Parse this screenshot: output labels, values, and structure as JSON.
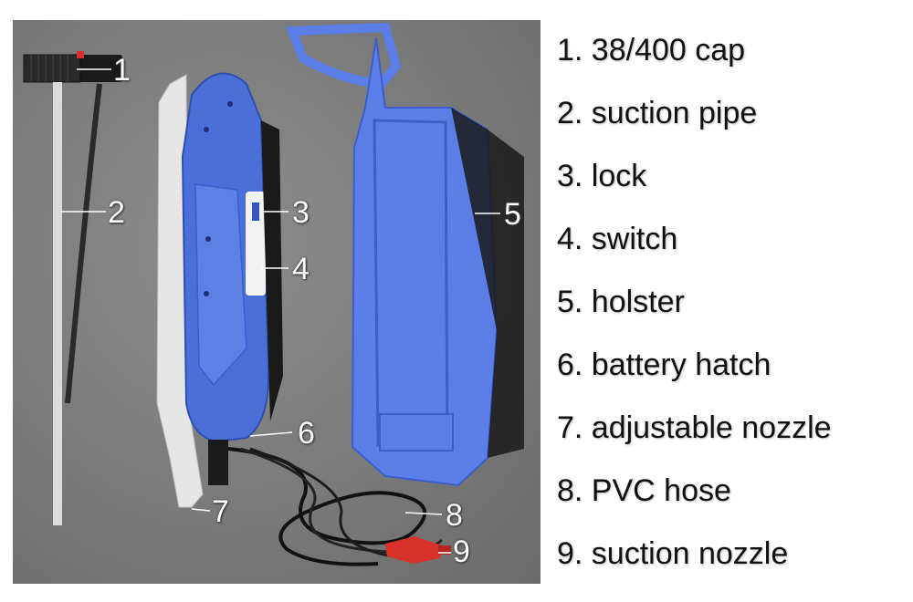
{
  "callouts": [
    "1",
    "2",
    "3",
    "4",
    "5",
    "6",
    "7",
    "8",
    "9"
  ],
  "legend": [
    {
      "label": "1. 38/400 cap"
    },
    {
      "label": "2. suction pipe"
    },
    {
      "label": "3. lock"
    },
    {
      "label": "4. switch"
    },
    {
      "label": "5. holster"
    },
    {
      "label": "6. battery hatch"
    },
    {
      "label": "7. adjustable nozzle"
    },
    {
      "label": "8. PVC hose"
    },
    {
      "label": "9. suction nozzle"
    }
  ],
  "colors": {
    "background": "#7a7a7a",
    "sprayer_blue": "#4a6fd8",
    "holster_blue": "#5b7ee8",
    "nozzle_white": "#e8e8e8",
    "hose_black": "#1a1a1a",
    "suction_red": "#d8302a"
  }
}
